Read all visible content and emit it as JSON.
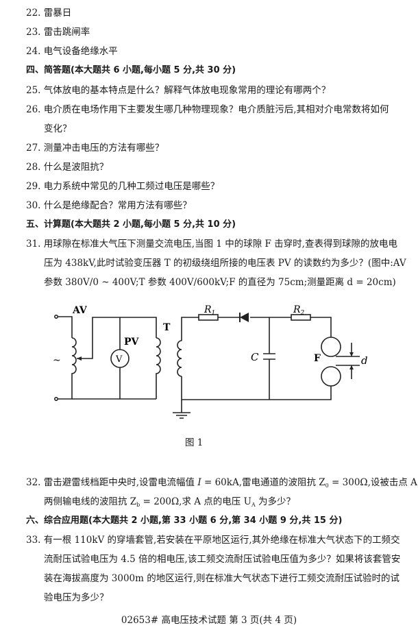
{
  "items": {
    "q22": "22. 雷暴日",
    "q23": "23. 雷击跳闸率",
    "q24": "24. 电气设备绝缘水平",
    "sec4": "四、简答题(本大题共 6 小题,每小题 5 分,共 30 分)",
    "q25": "25. 气体放电的基本特点是什么？解释气体放电现象常用的理论有哪两个？",
    "q26a": "26. 电介质在电场作用下主要发生哪几种物理现象？电介质脏污后,其相对介电常数将如何",
    "q26b": "变化？",
    "q27": "27. 测量冲击电压的方法有哪些？",
    "q28": "28. 什么是波阻抗？",
    "q29": "29. 电力系统中常见的几种工频过电压是哪些？",
    "q30": "30. 什么是绝缘配合？常用方法有哪些？",
    "sec5": "五、计算题(本大题共 2 小题,每小题 5 分,共 10 分)",
    "q31a": "31. 用球隙在标准大气压下测量交流电压,当图 1 中的球隙 F 击穿时,查表得到球隙的放电电",
    "q31b": "压为 438kV,此时试验变压器 T 的初级绕组所接的电压表 PV 的读数约为多少？(图中:AV",
    "q31c": "参数 380V/0 ~ 400V;T 参数 400V/600kV;F 的直径为 75cm;测量距离 d = 20cm)",
    "q32a_1": "32. 雷击避雷线档距中央时,设雷电流幅值 ",
    "q32a_I": "I",
    "q32a_2": " = 60kA,雷电通道的波阻抗 Z",
    "q32a_sub0": "0",
    "q32a_3": " = 300Ω,设被击点 A",
    "q32b_1": "两侧输电线的波阻抗 Z",
    "q32b_subb": "b",
    "q32b_2": " = 200Ω,求 A 点的电压 U",
    "q32b_subA": "A",
    "q32b_3": " 为多少？",
    "sec6": "六、综合应用题(本大题共 2 小题,第 33 小题 6 分,第 34 小题 9 分,共 15 分)",
    "q33a": "33. 有一根 110kV 的穿墙套管,若安装在平原地区运行,其外绝缘在标准大气状态下的工频交",
    "q33b": "流耐压试验电压为 4.5 倍的相电压,该工频交流耐压试验电压值为多少？如果将该套管安",
    "q33c": "装在海拔高度为 3000m 的地区运行,则在标准大气状态下进行工频交流耐压试验时的试",
    "q33d": "验电压为多少？"
  },
  "figure": {
    "caption": "图 1",
    "labels": {
      "av": "AV",
      "pv": "PV",
      "v": "V",
      "t": "T",
      "r": "R",
      "r1sub": "1",
      "r2sub": "2",
      "c": "C",
      "f": "F",
      "d": "d",
      "ac": "~"
    }
  },
  "footer": "02653# 高电压技术试题 第 3 页(共 4 页)"
}
